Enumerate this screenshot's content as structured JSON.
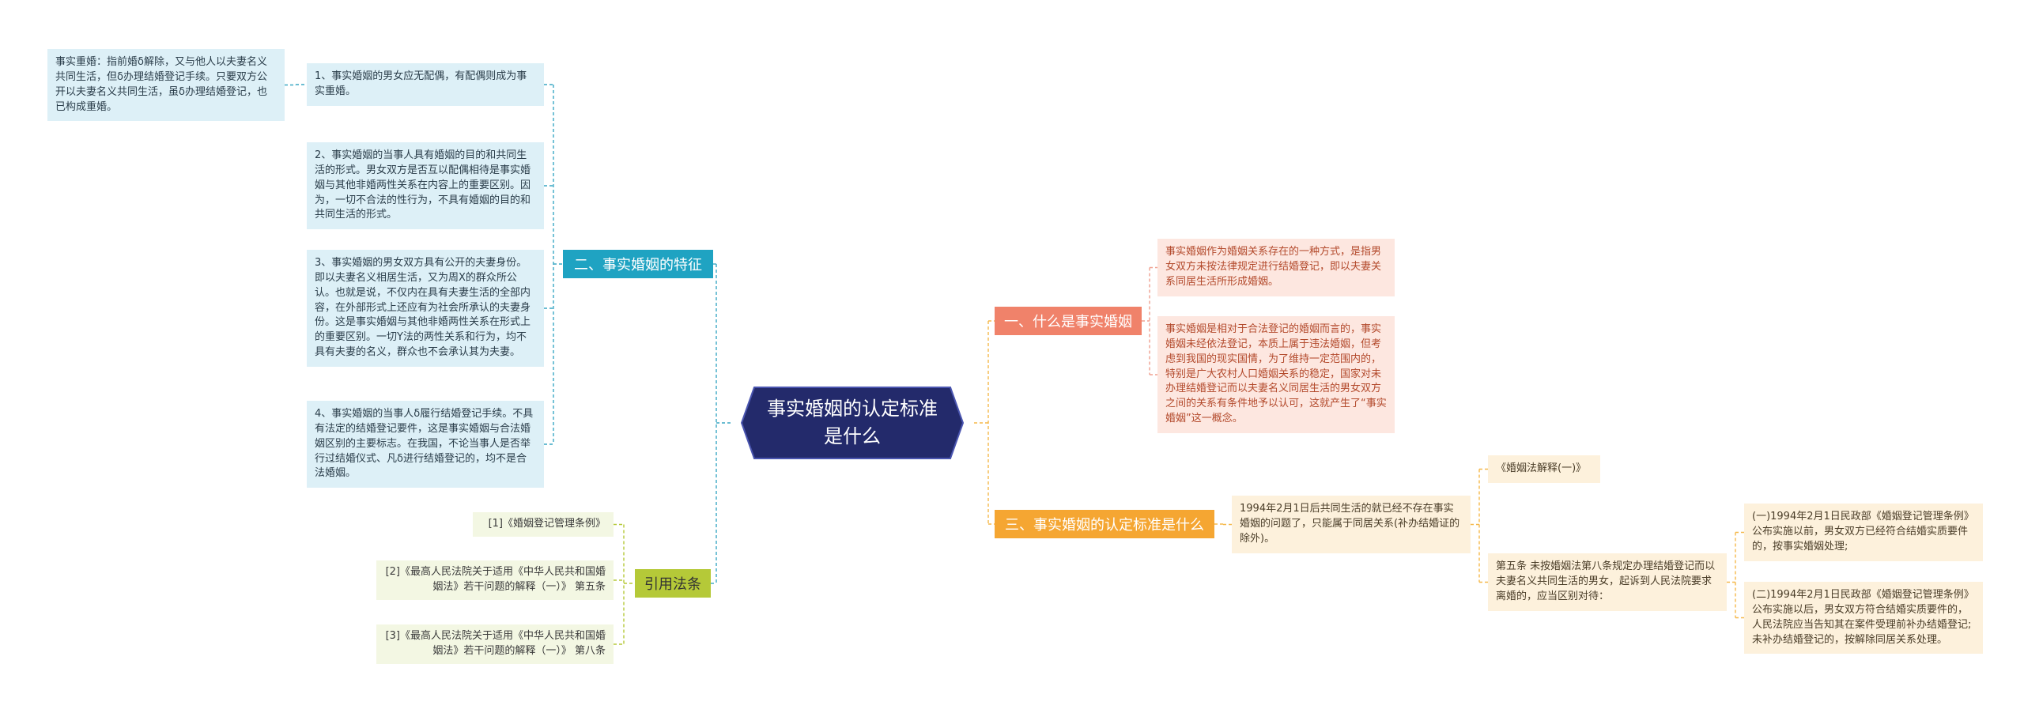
{
  "root": {
    "title": "事实婚姻的认定标准是什么"
  },
  "branches": {
    "feature": {
      "label": "二、事实婚姻的特征",
      "items": [
        "1、事实婚姻的男女应无配偶，有配偶则成为事实重婚。",
        "2、事实婚姻的当事人具有婚姻的目的和共同生活的形式。男女双方是否互以配偶相待是事实婚姻与其他非婚两性关系在内容上的重要区别。因为，一切不合法的性行为，不具有婚姻的目的和共同生活的形式。",
        "3、事实婚姻的男女双方具有公开的夫妻身份。即以夫妻名义相居生活，又为周X的群众所公认。也就是说，不仅内在具有夫妻生活的全部内容，在外部形式上还应有为社会所承认的夫妻身份。这是事实婚姻与其他非婚两性关系在形式上的重要区别。一切Y法的两性关系和行为，均不具有夫妻的名义，群众也不会承认其为夫妻。",
        "4、事实婚姻的当事人δ履行结婚登记手续。不具有法定的结婚登记要件，这是事实婚姻与合法婚姻区别的主要标志。在我国，不论当事人是否举行过结婚仪式、凡δ进行结婚登记的，均不是合法婚姻。"
      ],
      "note": "事实重婚：指前婚δ解除，又与他人以夫妻名义共同生活，但δ办理结婚登记手续。只要双方公开以夫妻名义共同生活，虽δ办理结婚登记，也已构成重婚。"
    },
    "law": {
      "label": "引用法条",
      "items": [
        "[1]《婚姻登记管理条例》",
        "[2]《最高人民法院关于适用《中华人民共和国婚姻法》若干问题的解释（一）》 第五条",
        "[3]《最高人民法院关于适用《中华人民共和国婚姻法》若干问题的解释（一）》 第八条"
      ]
    },
    "what": {
      "label": "一、什么是事实婚姻",
      "items": [
        "事实婚姻作为婚姻关系存在的一种方式，是指男女双方未按法律规定进行结婚登记，即以夫妻关系同居生活所形成婚姻。",
        "事实婚姻是相对于合法登记的婚姻而言的，事实婚姻未经依法登记，本质上属于违法婚姻，但考虑到我国的现实国情，为了维持一定范围内的，特别是广大农村人口婚姻关系的稳定，国家对未办理结婚登记而以夫妻名义同居生活的男女双方之间的关系有条件地予以认可，这就产生了“事实婚姻”这一概念。"
      ]
    },
    "standard": {
      "label": "三、事实婚姻的认定标准是什么",
      "items": [
        "1994年2月1日后共同生活的就已经不存在事实婚姻的问题了，只能属于同居关系(补办结婚证的除外)。"
      ],
      "interpretation": "《婚姻法解释(一)》",
      "article": "第五条 未按婚姻法第八条规定办理结婚登记而以夫妻名义共同生活的男女，起诉到人民法院要求离婚的，应当区别对待：",
      "cases": [
        "(一)1994年2月1日民政部《婚姻登记管理条例》公布实施以前，男女双方已经符合结婚实质要件的，按事实婚姻处理;",
        "(二)1994年2月1日民政部《婚姻登记管理条例》公布实施以后，男女双方符合结婚实质要件的，人民法院应当告知其在案件受理前补办结婚登记;未补办结婚登记的，按解除同居关系处理。"
      ]
    }
  },
  "colors": {
    "root": "#232a6b",
    "feature": "#1fa3c2",
    "law": "#b5c938",
    "what": "#f0826a",
    "standard": "#f5a632",
    "link_blue": "#3aa7c4",
    "link_green": "#b5c938",
    "link_pink": "#f0a090",
    "link_orange": "#f5b84a"
  }
}
